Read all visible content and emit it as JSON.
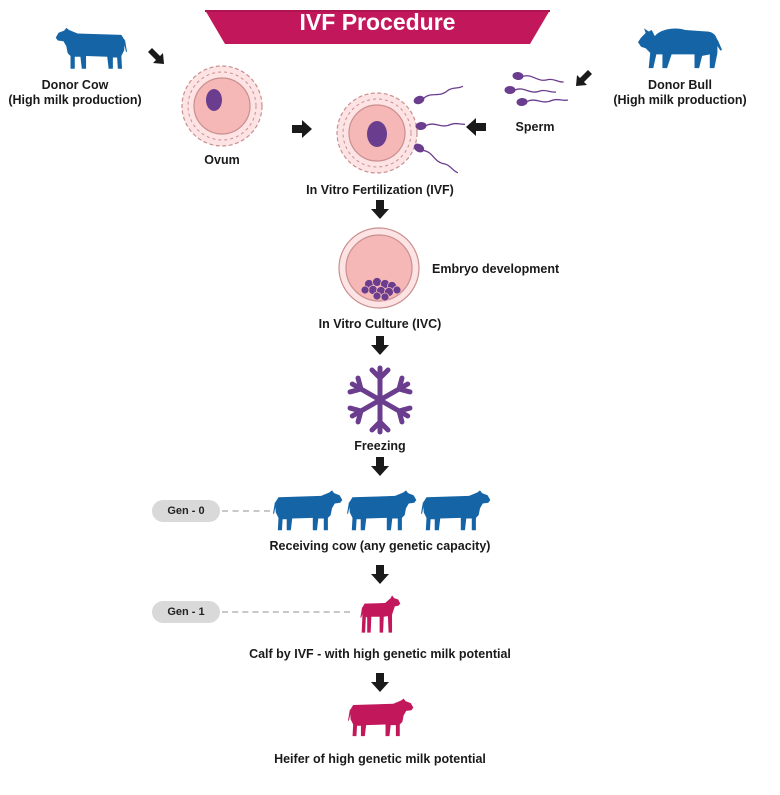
{
  "title": "IVF Procedure",
  "colors": {
    "banner": "#c2185b",
    "cow_blue": "#1565a6",
    "magenta": "#c2185b",
    "purple": "#6a3d8f",
    "cell_pink": "#f6b7b7",
    "arrow": "#1a1a1a",
    "gen_pill": "#d9d9d9"
  },
  "donor_cow": {
    "line1": "Donor Cow",
    "line2": "(High milk production)",
    "icon": "cow-icon"
  },
  "donor_bull": {
    "line1": "Donor Bull",
    "line2": "(High milk production)",
    "icon": "bull-icon"
  },
  "labels": {
    "ovum": "Ovum",
    "sperm": "Sperm",
    "ivf": "In Vitro Fertilization (IVF)",
    "embryo": "Embryo development",
    "ivc": "In Vitro Culture (IVC)",
    "freezing": "Freezing",
    "receiving": "Receiving cow (any genetic capacity)",
    "calf": "Calf by IVF - with high genetic milk potential",
    "heifer": "Heifer of high genetic milk potential"
  },
  "generations": [
    {
      "label": "Gen - 0"
    },
    {
      "label": "Gen - 1"
    }
  ],
  "icons": [
    "cow-icon",
    "bull-icon",
    "ovum-icon",
    "sperm-icon",
    "snowflake-icon",
    "calf-icon",
    "heifer-icon",
    "arrow-icon"
  ]
}
